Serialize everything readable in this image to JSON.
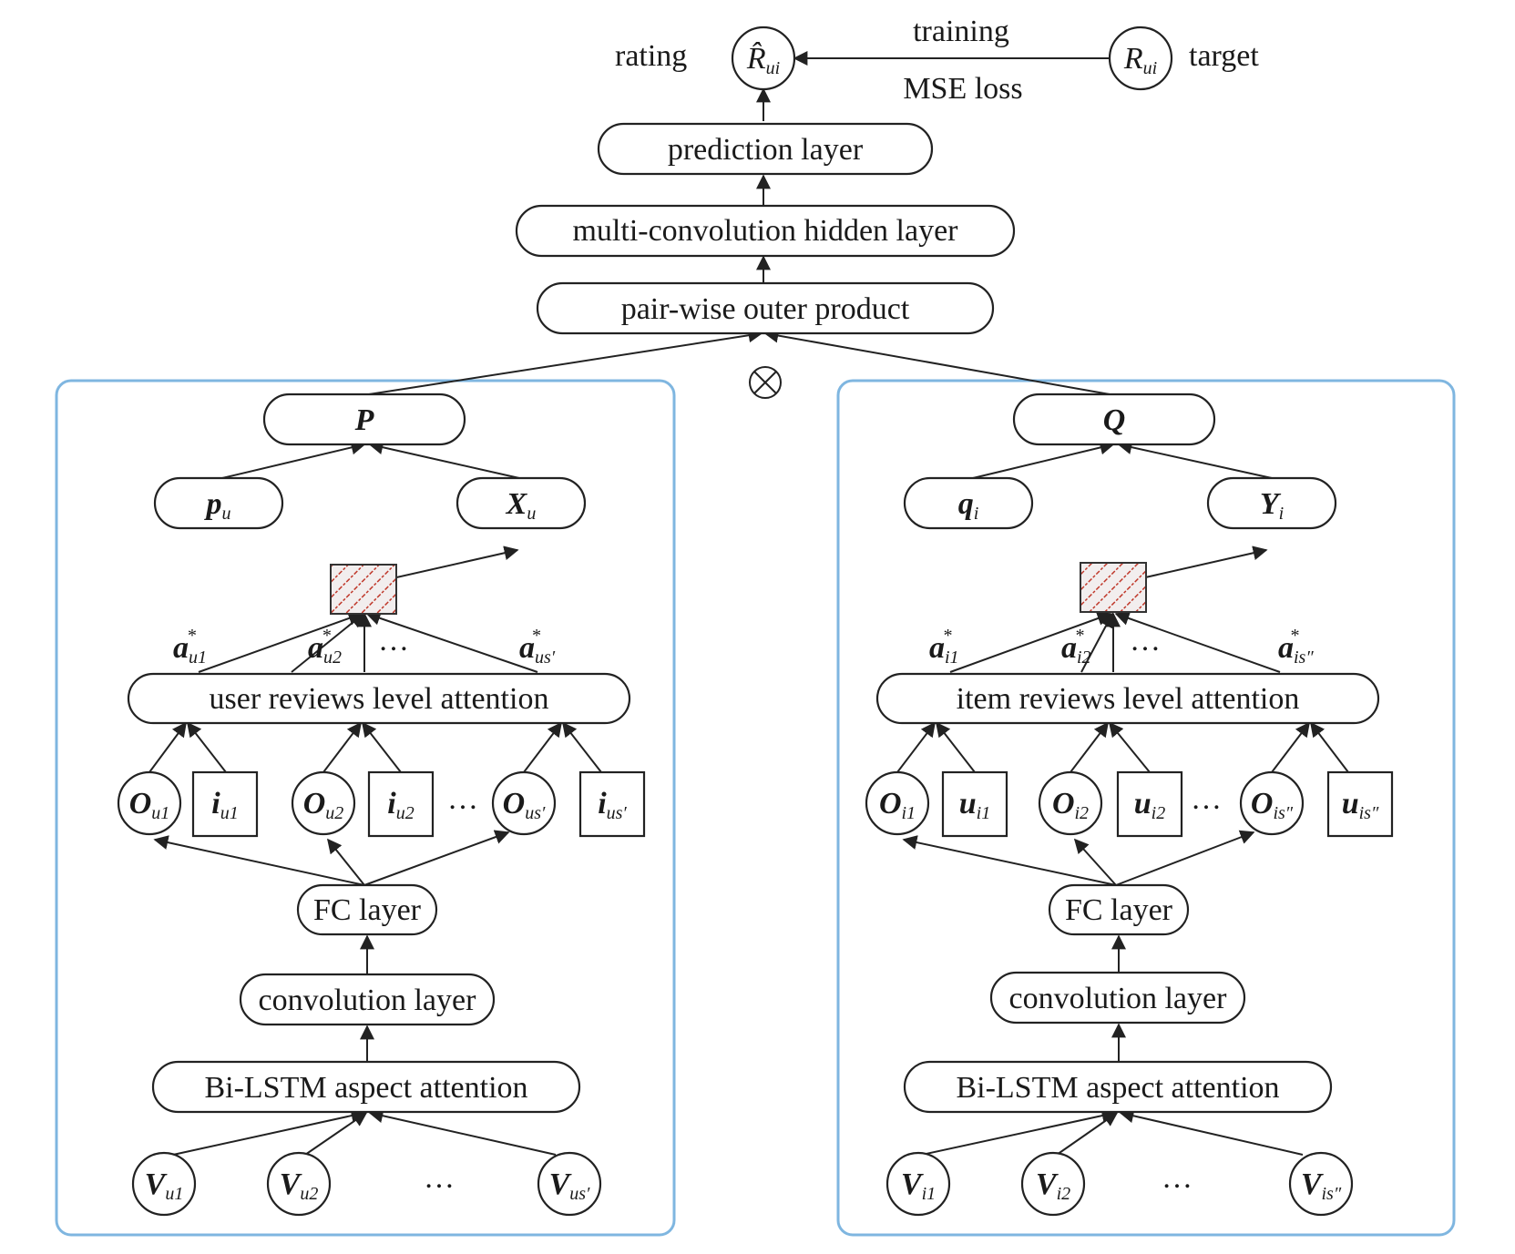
{
  "top": {
    "rating_label": "rating",
    "target_label": "target",
    "training_label": "training",
    "mse_label": "MSE loss",
    "rhat_symbol": "R̂",
    "rhat_sub": "ui",
    "r_symbol": "R",
    "r_sub": "ui",
    "prediction_layer": "prediction layer",
    "multi_conv_layer": "multi-convolution hidden layer",
    "pairwise_layer": "pair-wise outer product",
    "outer_product_symbol": "⊗"
  },
  "user": {
    "p_big": "P",
    "pu": "p",
    "pu_sub": "u",
    "xu": "X",
    "xu_sub": "u",
    "a1": "a",
    "a1_sub": "u1",
    "a2": "a",
    "a2_sub": "u2",
    "a3": "a",
    "a3_sub": "us′",
    "star": "*",
    "dots_a": "…",
    "attention": "user reviews level attention",
    "o1": "O",
    "o1_sub": "u1",
    "i1": "i",
    "i1_sub": "u1",
    "o2": "O",
    "o2_sub": "u2",
    "i2": "i",
    "i2_sub": "u2",
    "dots_o": "…",
    "o3": "O",
    "o3_sub": "us′",
    "i3": "i",
    "i3_sub": "us′",
    "fc": "FC layer",
    "conv": "convolution layer",
    "bilstm": "Bi-LSTM aspect attention",
    "v1": "V",
    "v1_sub": "u1",
    "v2": "V",
    "v2_sub": "u2",
    "dots_v": "…",
    "v3": "V",
    "v3_sub": "us′"
  },
  "item": {
    "q_big": "Q",
    "qi": "q",
    "qi_sub": "i",
    "yi": "Y",
    "yi_sub": "i",
    "a1": "a",
    "a1_sub": "i1",
    "a2": "a",
    "a2_sub": "i2",
    "a3": "a",
    "a3_sub": "is″",
    "star": "*",
    "dots_a": "…",
    "attention": "item reviews level attention",
    "o1": "O",
    "o1_sub": "i1",
    "u1": "u",
    "u1_sub": "i1",
    "o2": "O",
    "o2_sub": "i2",
    "u2": "u",
    "u2_sub": "i2",
    "dots_o": "…",
    "o3": "O",
    "o3_sub": "is″",
    "u3": "u",
    "u3_sub": "is″",
    "fc": "FC layer",
    "conv": "convolution layer",
    "bilstm": "Bi-LSTM aspect attention",
    "v1": "V",
    "v1_sub": "i1",
    "v2": "V",
    "v2_sub": "i2",
    "dots_v": "…",
    "v3": "V",
    "v3_sub": "is″"
  },
  "colors": {
    "panel_border": "#7fb6e0",
    "hatch_stripe": "#c0392b",
    "hatch_fill": "#f2eeee"
  }
}
